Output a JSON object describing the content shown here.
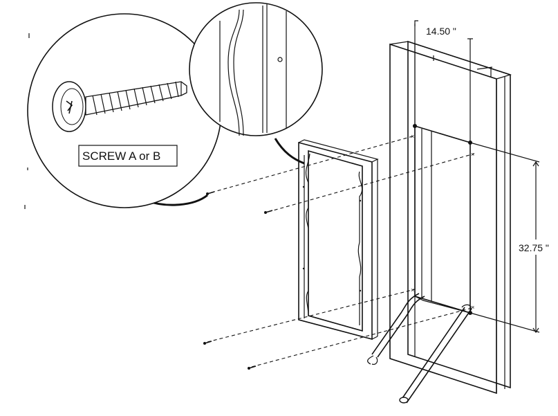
{
  "callouts": {
    "screw_label": "SCREW A or B"
  },
  "dimensions": {
    "width": "14.50 \"",
    "height": "32.75 \""
  },
  "colors": {
    "line": "#111111",
    "background": "#ffffff",
    "frame_fill": "#f4f4f4"
  }
}
